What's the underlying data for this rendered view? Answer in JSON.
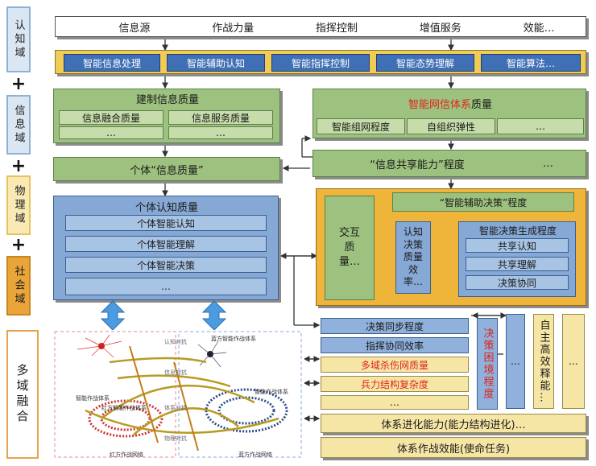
{
  "domains": [
    {
      "id": "cognitive",
      "label": "认知域"
    },
    {
      "id": "information",
      "label": "信息域"
    },
    {
      "id": "physical",
      "label": "物理域"
    },
    {
      "id": "social",
      "label": "社会域"
    },
    {
      "id": "multi",
      "label": "多域融合"
    }
  ],
  "plus_sign": "+",
  "top_row": [
    "信息源",
    "作战力量",
    "指挥控制",
    "增值服务",
    "效能…"
  ],
  "ai_row": [
    "智能信息处理",
    "智能辅助认知",
    "智能指挥控制",
    "智能态势理解",
    "智能算法…"
  ],
  "info_quality": {
    "title": "建制信息质量",
    "items": [
      "信息融合质量",
      "信息服务质量",
      "…",
      "…"
    ]
  },
  "network": {
    "title_red": "智能网信体系",
    "title_rest": "质量",
    "items": [
      "智能组网程度",
      "自组织弹性",
      "…"
    ]
  },
  "individual_info": "个体“信息质量”",
  "info_share": "“信息共享能力”程度",
  "cognition": {
    "title": "个体认知质量",
    "items": [
      "个体智能认知",
      "个体智能理解",
      "个体智能决策",
      "…"
    ]
  },
  "decision_panel": {
    "assist": "“智能辅助决策”程度",
    "interaction": "交互质量…",
    "cognitive_eff": "认知决策质量效率…",
    "gen_title": "智能决策生成程度",
    "gen_items": [
      "共享认知",
      "共享理解",
      "决策协同"
    ]
  },
  "bottom_rows": [
    {
      "text": "决策同步程度",
      "red": false
    },
    {
      "text": "指挥协同效率",
      "red": false
    },
    {
      "text": "多域杀伤网质量",
      "red": true
    },
    {
      "text": "兵力结构复杂度",
      "red": true
    },
    {
      "text": "…",
      "red": false
    }
  ],
  "evolution": "体系进化能力(能力结构进化)…",
  "effectiveness": "体系作战效能(使命任务)",
  "right_cols": {
    "dilemma": "决策困境程度",
    "ellipsis": "…",
    "autonomy": "自主高效释能…",
    "ellipsis2": "…"
  },
  "network_figure": {
    "red_system": "红方智能作战体系",
    "blue_system": "蓝方智能作战体系",
    "red_smart": "智能作战体系",
    "blue_smart": "智能作战体系",
    "red_net": "红方作战网络",
    "blue_net": "蓝方作战网络",
    "links": [
      "认知对抗",
      "信息对抗",
      "体系对抗",
      "物理对抗"
    ]
  }
}
